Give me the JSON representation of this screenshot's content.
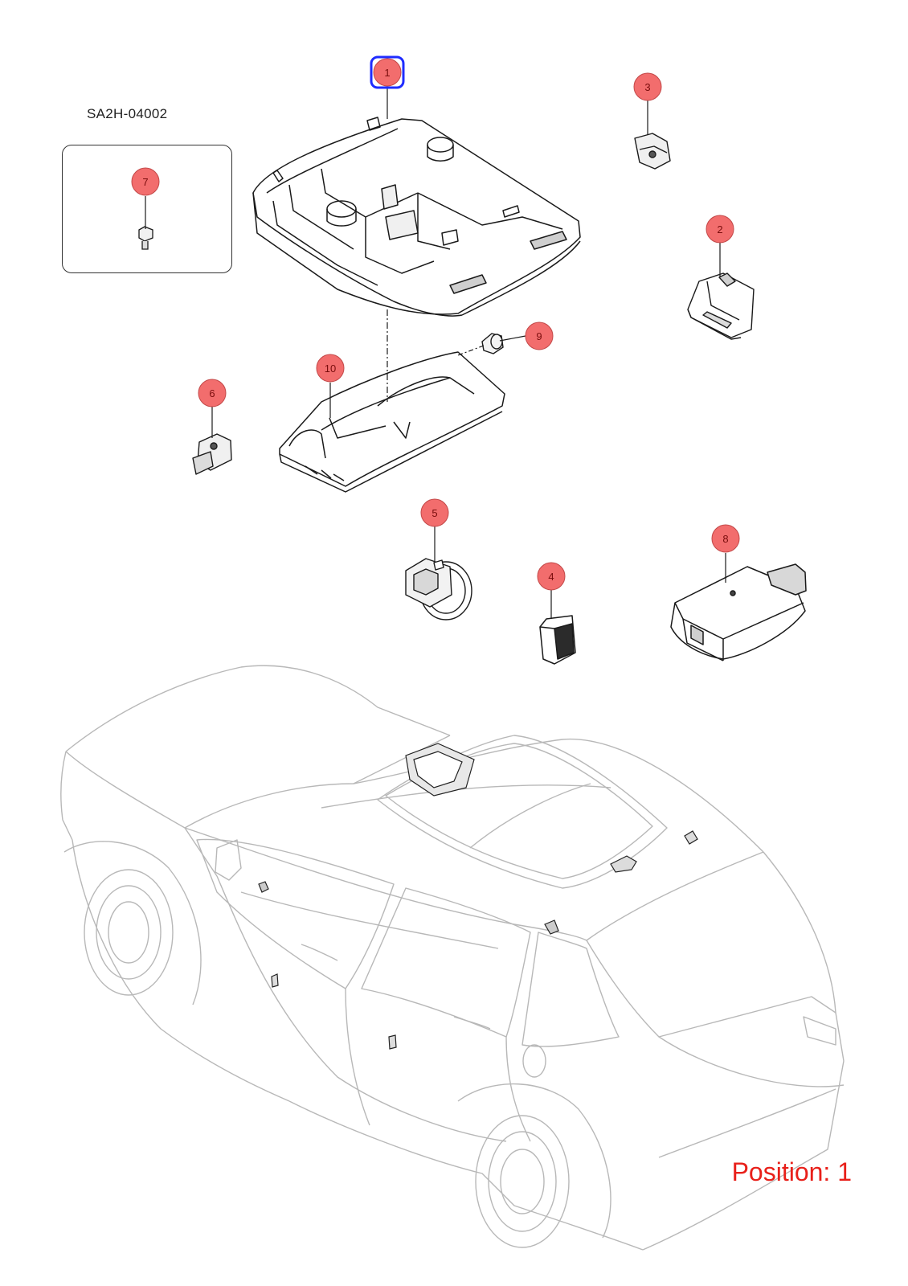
{
  "diagram": {
    "reference_code": "SA2H-04002",
    "position_label": "Position: 1",
    "selected_callout": "1",
    "colors": {
      "callout_fill": "#f26d6d",
      "callout_stroke": "#c24848",
      "callout_text": "#7a0d0d",
      "selected_stroke": "#1f2cff",
      "position_text": "#e8201a",
      "part_line": "#1a1a1a",
      "vehicle_line": "#b8b8b8"
    },
    "callouts": [
      {
        "label": "1"
      },
      {
        "label": "2"
      },
      {
        "label": "3"
      },
      {
        "label": "4"
      },
      {
        "label": "5"
      },
      {
        "label": "6"
      },
      {
        "label": "7"
      },
      {
        "label": "8"
      },
      {
        "label": "9"
      },
      {
        "label": "10"
      }
    ]
  }
}
